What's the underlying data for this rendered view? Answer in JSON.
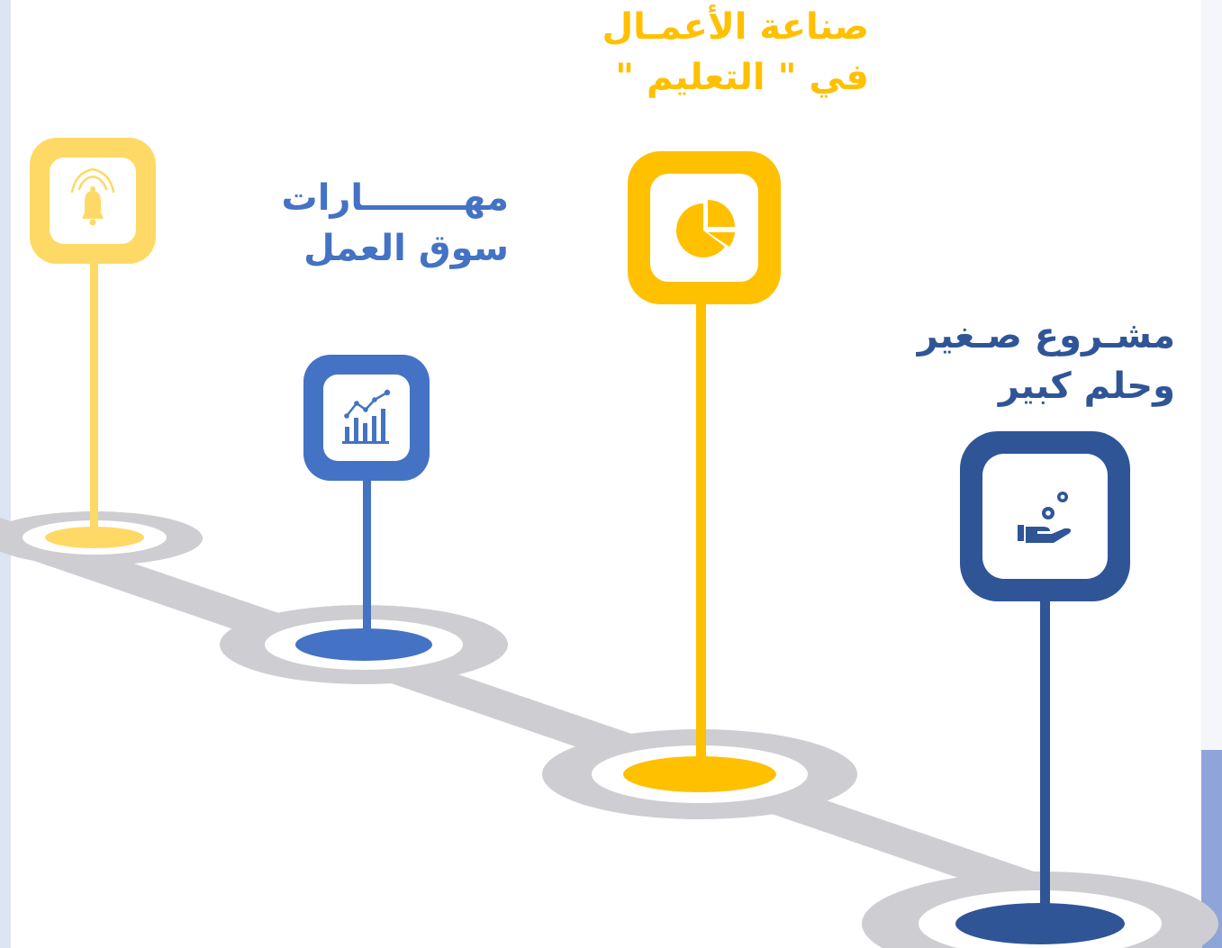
{
  "steps": [
    {
      "id": "step1",
      "title_lines": [],
      "color": "#ffd966",
      "icon": "alarm-bell-icon"
    },
    {
      "id": "step2",
      "title_lines": [
        "مهــــــــارات",
        "سوق العمل"
      ],
      "color": "#4472c4",
      "icon": "growth-chart-icon"
    },
    {
      "id": "step3",
      "title_lines": [
        "صناعة الأعمـال",
        "في \" التعليم \""
      ],
      "color": "#ffc000",
      "icon": "pie-chart-icon"
    },
    {
      "id": "step4",
      "title_lines": [
        "مشـروع صـغير",
        "وحلم كبير"
      ],
      "color": "#2f5597",
      "icon": "hand-coins-icon"
    }
  ],
  "road_color": "#cecdd2"
}
